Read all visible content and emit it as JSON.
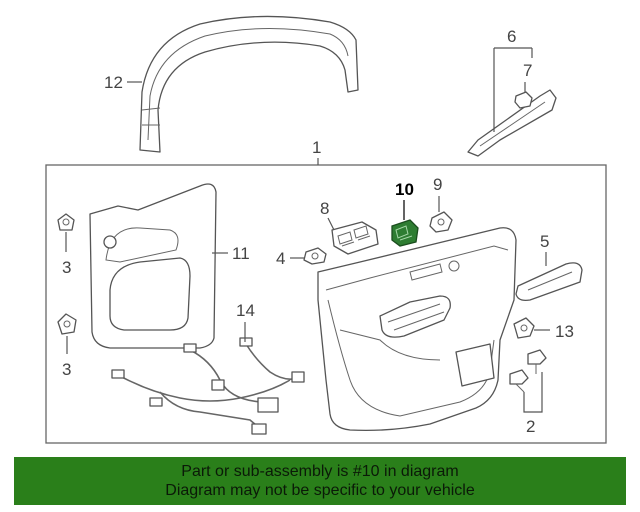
{
  "callouts": {
    "c1": "1",
    "c2": "2",
    "c3a": "3",
    "c3b": "3",
    "c4": "4",
    "c5": "5",
    "c6": "6",
    "c7": "7",
    "c8": "8",
    "c9": "9",
    "c10": "10",
    "c11": "11",
    "c12": "12",
    "c13": "13",
    "c14": "14"
  },
  "highlight_color": "#2e7d32",
  "banner": {
    "line1": "Part or sub-assembly is #10 in diagram",
    "line2": "Diagram may not be specific to your vehicle",
    "background": "#2a7f1a"
  }
}
